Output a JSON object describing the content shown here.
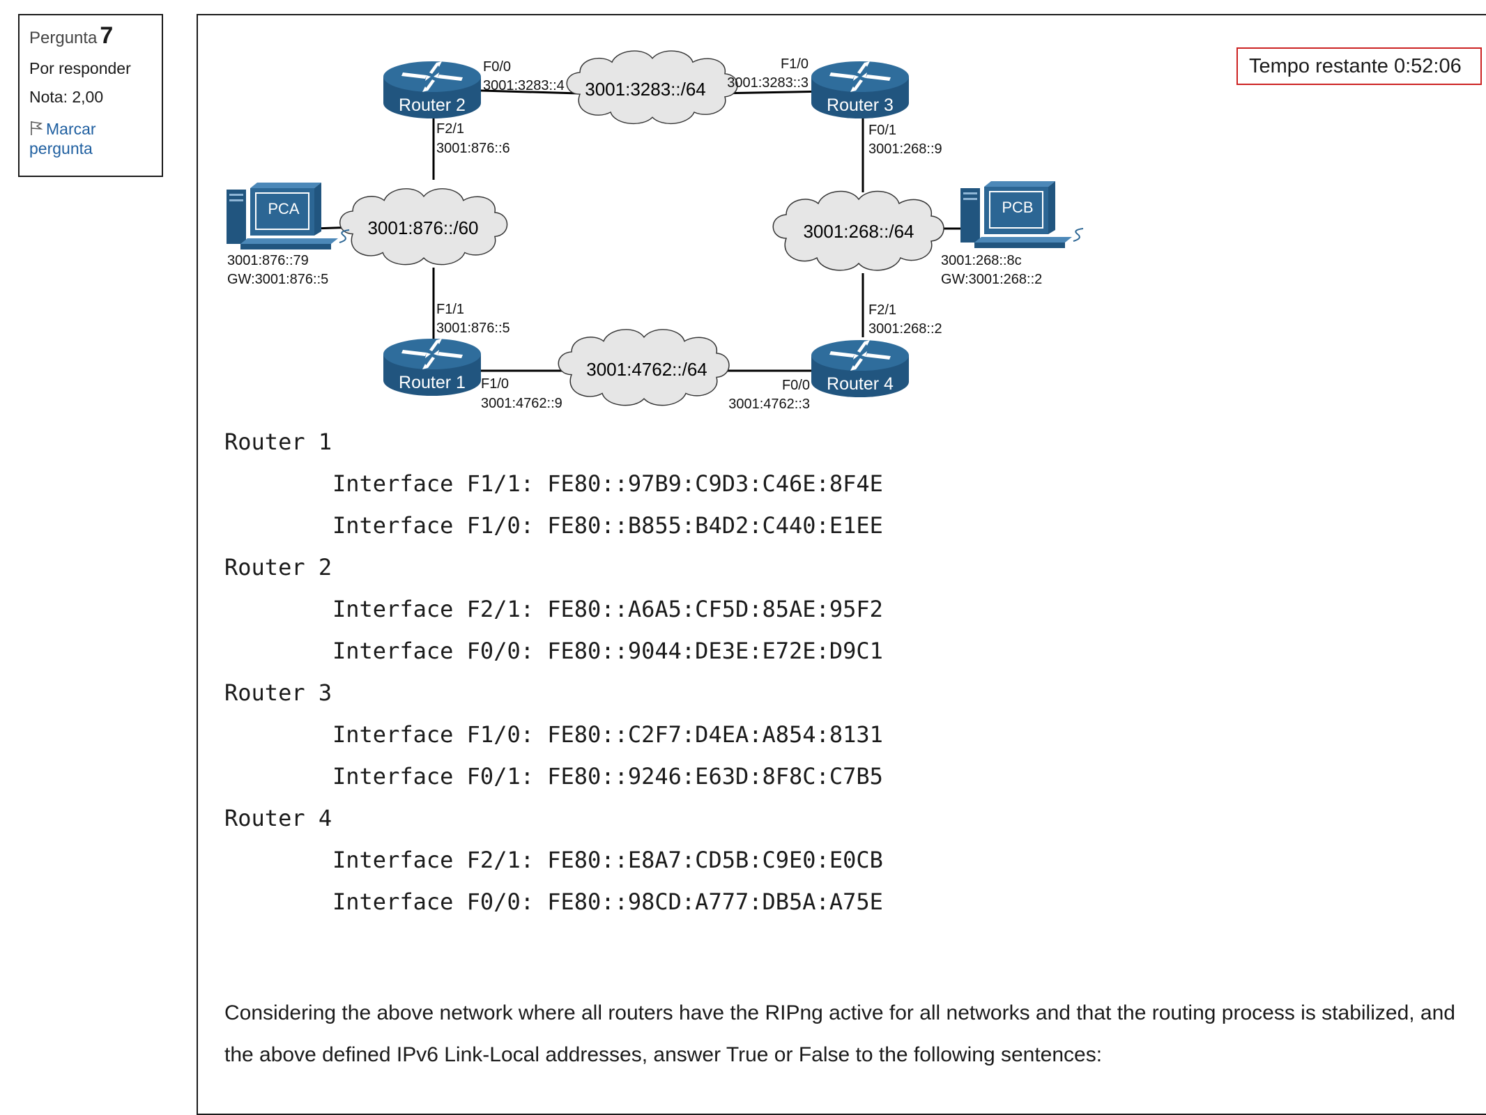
{
  "sidebar": {
    "question_label": "Pergunta",
    "question_number": "7",
    "status": "Por responder",
    "grade": "Nota: 2,00",
    "flag_line1": "Marcar",
    "flag_line2": "pergunta"
  },
  "timer": "Tempo restante 0:52:06",
  "diagram": {
    "routers": {
      "r1": "Router 1",
      "r2": "Router 2",
      "r3": "Router 3",
      "r4": "Router 4"
    },
    "pcs": {
      "pca": "PCA",
      "pcb": "PCB",
      "pca_ip": "3001:876::79",
      "pca_gw": "GW:3001:876::5",
      "pcb_ip": "3001:268::8c",
      "pcb_gw": "GW:3001:268::2"
    },
    "clouds": {
      "top": "3001:3283::/64",
      "left": "3001:876::/60",
      "right": "3001:268::/64",
      "bottom": "3001:4762::/64"
    },
    "interfaces": {
      "r2_f00_name": "F0/0",
      "r2_f00_ip": "3001:3283::4",
      "r2_f21_name": "F2/1",
      "r2_f21_ip": "3001:876::6",
      "r3_f10_name": "F1/0",
      "r3_f10_ip": "3001:3283::3",
      "r3_f01_name": "F0/1",
      "r3_f01_ip": "3001:268::9",
      "r1_f11_name": "F1/1",
      "r1_f11_ip": "3001:876::5",
      "r1_f10_name": "F1/0",
      "r1_f10_ip": "3001:4762::9",
      "r4_f21_name": "F2/1",
      "r4_f21_ip": "3001:268::2",
      "r4_f00_name": "F0/0",
      "r4_f00_ip": "3001:4762::3"
    }
  },
  "routers": [
    {
      "name": "Router 1",
      "interfaces": [
        "Interface F1/1: FE80::97B9:C9D3:C46E:8F4E",
        "Interface F1/0: FE80::B855:B4D2:C440:E1EE"
      ]
    },
    {
      "name": "Router 2",
      "interfaces": [
        "Interface F2/1: FE80::A6A5:CF5D:85AE:95F2",
        "Interface F0/0: FE80::9044:DE3E:E72E:D9C1"
      ]
    },
    {
      "name": "Router 3",
      "interfaces": [
        "Interface F1/0: FE80::C2F7:D4EA:A854:8131",
        "Interface F0/1: FE80::9246:E63D:8F8C:C7B5"
      ]
    },
    {
      "name": "Router 4",
      "interfaces": [
        "Interface F2/1: FE80::E8A7:CD5B:C9E0:E0CB",
        "Interface F0/0: FE80::98CD:A777:DB5A:A75E"
      ]
    }
  ],
  "question": "Considering the above network where all routers have the RIPng active for all networks and that the routing process is stabilized, and the above defined IPv6 Link-Local addresses, answer True or False to the following sentences:",
  "colors": {
    "router_blue": "#2c6694",
    "cloud_fill": "#e6e6e6",
    "link_blue": "#1f5fa0",
    "timer_border": "#cc2222"
  }
}
